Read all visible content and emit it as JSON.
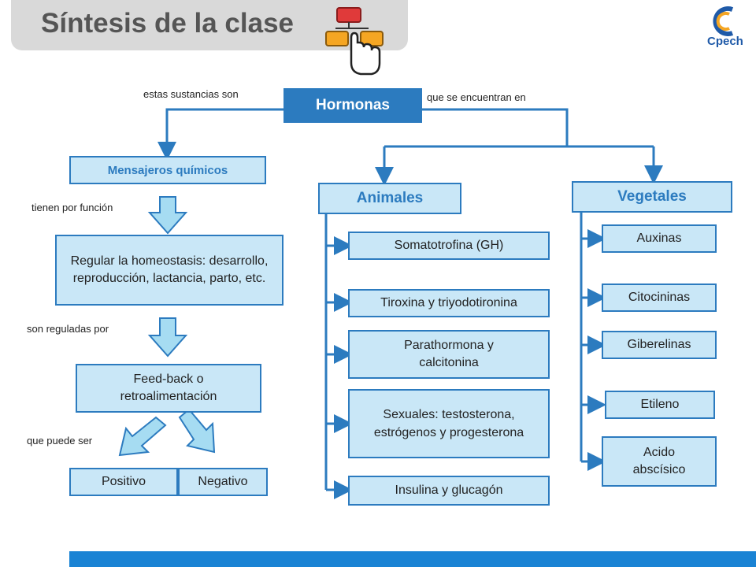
{
  "header": {
    "title": "Síntesis de la clase",
    "logo_text": "Cpech"
  },
  "diagram": {
    "root": "Hormonas",
    "left_connector": "estas sustancias son",
    "right_connector": "que se encuentran en",
    "mensajeros": "Mensajeros químicos",
    "funcion_label": "tienen por función",
    "regular_box": "Regular la homeostasis: desarrollo, reproducción, lactancia, parto, etc.",
    "reguladas_label": "son  reguladas por",
    "feedback_box": "Feed-back o retroalimentación",
    "puede_label": "que puede ser",
    "positivo": "Positivo",
    "negativo": "Negativo",
    "animales": {
      "title": "Animales",
      "items": [
        "Somatotrofina (GH)",
        "Tiroxina y triyodotironina",
        "Parathormona y calcitonina",
        "Sexuales: testosterona, estrógenos y progesterona",
        "Insulina y glucagón"
      ]
    },
    "vegetales": {
      "title": "Vegetales",
      "items": [
        "Auxinas",
        "Citocininas",
        "Giberelinas",
        "Etileno",
        "Acido abscísico"
      ]
    }
  },
  "colors": {
    "line": "#2c7bbf",
    "box_fill": "#c9e7f7",
    "arrow_fill": "#a6dcf2",
    "bar": "#1a83d4"
  }
}
